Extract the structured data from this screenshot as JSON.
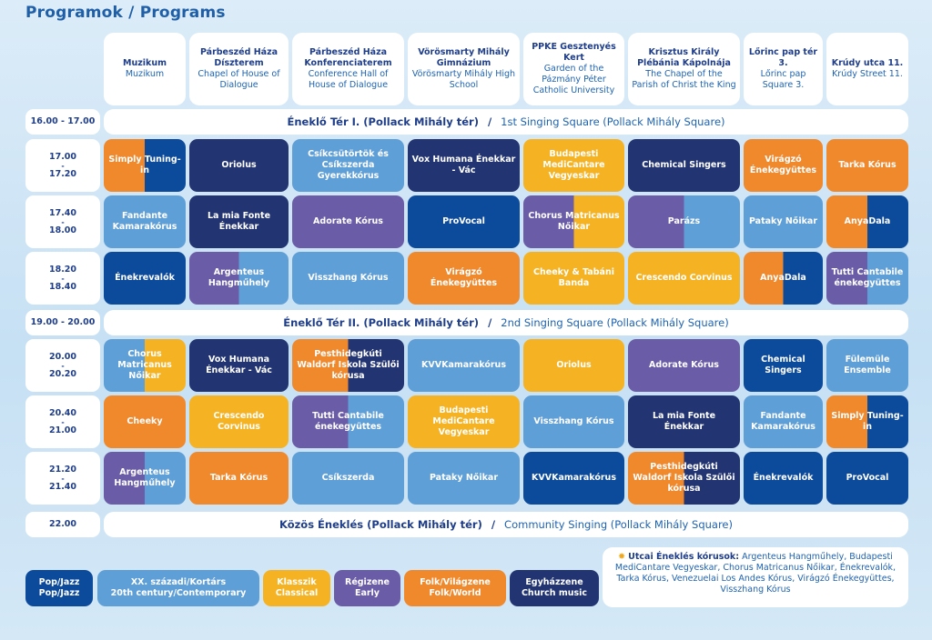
{
  "title": "Programok / Programs",
  "colors": {
    "pop": "#0c4a9c",
    "contemporary": "#5f9fd7",
    "classical": "#f5b323",
    "early": "#6b5ca8",
    "folk": "#f0882c",
    "church": "#223471"
  },
  "venues": [
    {
      "hu": "Muzikum",
      "en": "Muzikum"
    },
    {
      "hu": "Párbeszéd Háza Díszterem",
      "en": "Chapel of House of Dialogue"
    },
    {
      "hu": "Párbeszéd Háza Konferenciaterem",
      "en": "Conference Hall of House of Dialogue"
    },
    {
      "hu": "Vörösmarty Mihály Gimnázium",
      "en": "Vörösmarty Mihály High School"
    },
    {
      "hu": "PPKE Gesztenyés Kert",
      "en": "Garden of the Pázmány Péter Catholic University"
    },
    {
      "hu": "Krisztus Király Plébánia Kápolnája",
      "en": "The Chapel of the Parish of Christ the King"
    },
    {
      "hu": "Lőrinc pap tér 3.",
      "en": "Lőrinc pap Square 3."
    },
    {
      "hu": "Krúdy utca 11.",
      "en": "Krúdy Street 11."
    }
  ],
  "banners": [
    {
      "time": "16.00 - 17.00",
      "hu": "Éneklő Tér I. (Pollack Mihály tér)",
      "sep": "/",
      "en": "1st Singing Square (Pollack Mihály Square)"
    },
    {
      "time": "19.00 - 20.00",
      "hu": "Éneklő Tér II. (Pollack Mihály tér)",
      "sep": "/",
      "en": "2nd Singing Square (Pollack Mihály Square)"
    },
    {
      "time": "22.00",
      "hu": "Közös Éneklés (Pollack Mihály tér)",
      "sep": "/",
      "en": "Community Singing (Pollack Mihály Square)"
    }
  ],
  "slots": [
    {
      "start": "17.00",
      "dash": "-",
      "end": "17.20",
      "cells": [
        {
          "name": "Simply Tuning-in",
          "style": "folk",
          "split": "pop"
        },
        {
          "name": "Oriolus",
          "style": "church"
        },
        {
          "name": "Csíkcsütörtök és Csíkszerda Gyerekkórus",
          "style": "contemporary"
        },
        {
          "name": "Vox Humana Énekkar - Vác",
          "style": "church"
        },
        {
          "name": "Budapesti MediCantare Vegyeskar",
          "style": "classical"
        },
        {
          "name": "Chemical Singers",
          "style": "church"
        },
        {
          "name": "Virágzó Énekegyüttes",
          "style": "folk"
        },
        {
          "name": "Tarka Kórus",
          "style": "folk"
        }
      ]
    },
    {
      "start": "17.40",
      "dash": "-",
      "end": "18.00",
      "cells": [
        {
          "name": "Fandante Kamarakórus",
          "style": "contemporary"
        },
        {
          "name": "La mia Fonte Énekkar",
          "style": "church"
        },
        {
          "name": "Adorate Kórus",
          "style": "early"
        },
        {
          "name": "ProVocal",
          "style": "pop"
        },
        {
          "name": "Chorus Matricanus Nőikar",
          "style": "early",
          "split": "classical"
        },
        {
          "name": "Parázs",
          "style": "early",
          "split": "contemporary"
        },
        {
          "name": "Pataky Nőikar",
          "style": "contemporary"
        },
        {
          "name": "AnyaDala",
          "style": "folk",
          "split": "pop"
        }
      ]
    },
    {
      "start": "18.20",
      "dash": "-",
      "end": "18.40",
      "cells": [
        {
          "name": "Énekrevalók",
          "style": "pop"
        },
        {
          "name": "Argenteus Hangműhely",
          "style": "early",
          "split": "contemporary"
        },
        {
          "name": "Visszhang Kórus",
          "style": "contemporary"
        },
        {
          "name": "Virágzó Énekegyüttes",
          "style": "folk"
        },
        {
          "name": "Cheeky & Tabáni Banda",
          "style": "classical"
        },
        {
          "name": "Crescendo Corvinus",
          "style": "classical"
        },
        {
          "name": "AnyaDala",
          "style": "folk",
          "split": "pop"
        },
        {
          "name": "Tutti Cantabile énekegyüttes",
          "style": "early",
          "split": "contemporary"
        }
      ]
    },
    {
      "start": "20.00",
      "dash": "-",
      "end": "20.20",
      "cells": [
        {
          "name": "Chorus Matricanus Nőikar",
          "style": "contemporary",
          "split": "classical"
        },
        {
          "name": "Vox Humana Énekkar - Vác",
          "style": "church"
        },
        {
          "name": "Pesthidegkúti Waldorf Iskola Szülői kórusa",
          "style": "folk",
          "split": "church"
        },
        {
          "name": "KVVKamarakórus",
          "style": "contemporary"
        },
        {
          "name": "Oriolus",
          "style": "classical"
        },
        {
          "name": "Adorate Kórus",
          "style": "early"
        },
        {
          "name": "Chemical Singers",
          "style": "pop"
        },
        {
          "name": "Fülemüle Ensemble",
          "style": "contemporary"
        }
      ]
    },
    {
      "start": "20.40",
      "dash": "-",
      "end": "21.00",
      "cells": [
        {
          "name": "Cheeky",
          "style": "folk"
        },
        {
          "name": "Crescendo Corvinus",
          "style": "classical"
        },
        {
          "name": "Tutti Cantabile énekegyüttes",
          "style": "early",
          "split": "contemporary"
        },
        {
          "name": "Budapesti MediCantare Vegyeskar",
          "style": "classical"
        },
        {
          "name": "Visszhang Kórus",
          "style": "contemporary"
        },
        {
          "name": "La mia Fonte Énekkar",
          "style": "church"
        },
        {
          "name": "Fandante Kamarakórus",
          "style": "contemporary"
        },
        {
          "name": "Simply Tuning-in",
          "style": "folk",
          "split": "pop"
        }
      ]
    },
    {
      "start": "21.20",
      "dash": "-",
      "end": "21.40",
      "cells": [
        {
          "name": "Argenteus Hangműhely",
          "style": "early",
          "split": "contemporary"
        },
        {
          "name": "Tarka Kórus",
          "style": "folk"
        },
        {
          "name": "Csíkszerda",
          "style": "contemporary"
        },
        {
          "name": "Pataky Nőikar",
          "style": "contemporary"
        },
        {
          "name": "KVVKamarakórus",
          "style": "pop"
        },
        {
          "name": "Pesthidegkúti Waldorf Iskola Szülői kórusa",
          "style": "folk",
          "split": "church"
        },
        {
          "name": "Énekrevalók",
          "style": "pop"
        },
        {
          "name": "ProVocal",
          "style": "pop"
        }
      ]
    }
  ],
  "legend": [
    {
      "hu": "Pop/Jazz",
      "en": "Pop/Jazz",
      "style": "pop"
    },
    {
      "hu": "XX. századi/Kortárs",
      "en": "20th century/Contemporary",
      "style": "contemporary"
    },
    {
      "hu": "Klasszik",
      "en": "Classical",
      "style": "classical"
    },
    {
      "hu": "Régizene",
      "en": "Early",
      "style": "early"
    },
    {
      "hu": "Folk/Világzene",
      "en": "Folk/World",
      "style": "folk"
    },
    {
      "hu": "Egyházzene",
      "en": "Church music",
      "style": "church"
    }
  ],
  "street_singing": {
    "icon": "sun-icon",
    "sun": "✸",
    "heading": "Utcai Éneklés kórusok:",
    "text": "Argenteus Hangműhely, Budapesti MediCantare Vegyeskar, Chorus Matricanus Nőikar, Énekrevalók, Tarka Kórus, Venezuelai Los Andes Kórus, Virágzó Énekegyüttes, Visszhang Kórus"
  }
}
